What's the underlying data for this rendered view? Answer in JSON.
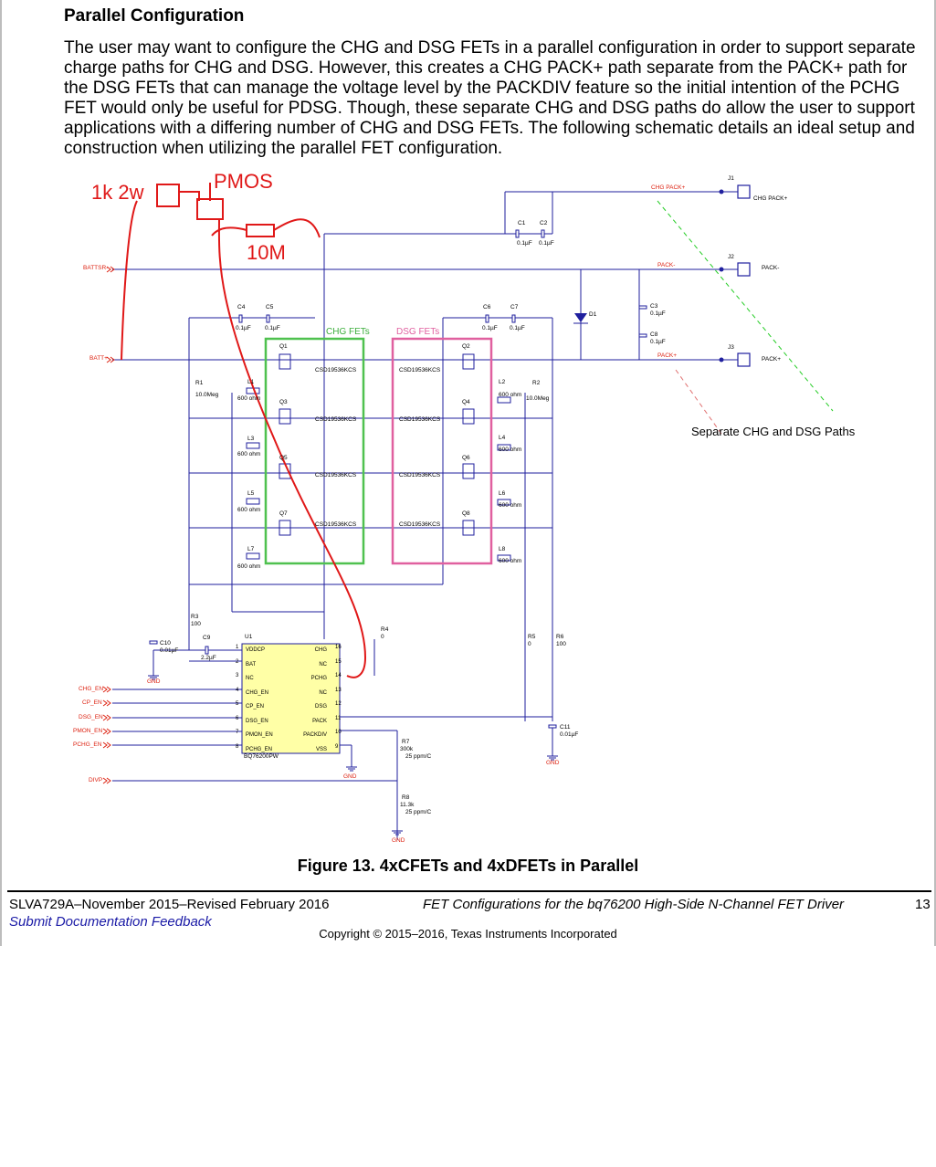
{
  "heading": "Parallel Configuration",
  "paragraph": "The user may want to configure the CHG and DSG FETs in a parallel configuration in order to support separate charge paths for CHG and DSG. However, this creates a CHG PACK+ path separate from the PACK+ path for the DSG FETs that can manage the voltage level by the PACKDIV feature so the initial intention of the PCHG FET would only be useful for PDSG. Though, these separate CHG and DSG paths do allow the user to support applications with a differing number of CHG and DSG FETs. The following schematic details an ideal setup and construction when utilizing the parallel FET configuration.",
  "handwritten": {
    "r1": "1k 2w",
    "pmos": "PMOS",
    "r10m": "10M"
  },
  "schematic": {
    "ports": {
      "battm": "BATTSR-",
      "battp": "BATT+",
      "chg_en": "CHG_EN",
      "cp_en": "CP_EN",
      "dsg_en": "DSG_EN",
      "pmon_en": "PMON_EN",
      "pchg_en": "PCHG_EN",
      "divp": "DIVP"
    },
    "nets": {
      "chg_pack": "CHG PACK+",
      "pack_minus": "PACK-",
      "pack_plus": "PACK+"
    },
    "connectors": {
      "j1": "J1",
      "j1_label": "CHG PACK+",
      "j2": "J2",
      "j2_label": "PACK-",
      "j3": "J3",
      "j3_label": "PACK+"
    },
    "caps": {
      "c1": "C1",
      "c2": "C2",
      "c3": "C3",
      "c4": "C4",
      "c5": "C5",
      "c6": "C6",
      "c7": "C7",
      "c8": "C8",
      "c9": "C9",
      "c10": "C10",
      "c11": "C11",
      "v01": "0.1µF",
      "v22": "2.2µF",
      "v001": "0.01µF"
    },
    "resistors": {
      "r1": "R1",
      "r1v": "10.0Meg",
      "r2": "R2",
      "r2v": "10.0Meg",
      "r3": "R3",
      "r3v": "100",
      "r4": "R4",
      "r4v": "0",
      "r5": "R5",
      "r5v": "0",
      "r6": "R6",
      "r6v": "100",
      "r7": "R7",
      "r7v": "300k",
      "r8": "R8",
      "r8v": "11.3k",
      "ppm": "25 ppm/C"
    },
    "inductors": {
      "l1": "L1",
      "l2": "L2",
      "l3": "L3",
      "l4": "L4",
      "l5": "L5",
      "l6": "L6",
      "l7": "L7",
      "l8": "L8",
      "val": "600 ohm"
    },
    "fets": {
      "q1": "Q1",
      "q2": "Q2",
      "q3": "Q3",
      "q4": "Q4",
      "q5": "Q5",
      "q6": "Q6",
      "q7": "Q7",
      "q8": "Q8",
      "part": "CSD19536KCS"
    },
    "diode": "D1",
    "groups": {
      "chg": "CHG FETs",
      "dsg": "DSG FETs"
    },
    "note": "Separate CHG and DSG Paths",
    "gnd": "GND",
    "ic": {
      "ref": "U1",
      "part": "BQ76200PW",
      "left_pins": [
        {
          "num": "1",
          "name": "VDDCP"
        },
        {
          "num": "2",
          "name": "BAT"
        },
        {
          "num": "3",
          "name": "NC"
        },
        {
          "num": "4",
          "name": "CHG_EN"
        },
        {
          "num": "5",
          "name": "CP_EN"
        },
        {
          "num": "6",
          "name": "DSG_EN"
        },
        {
          "num": "7",
          "name": "PMON_EN"
        },
        {
          "num": "8",
          "name": "PCHG_EN"
        }
      ],
      "right_pins": [
        {
          "num": "16",
          "name": "CHG"
        },
        {
          "num": "15",
          "name": "NC"
        },
        {
          "num": "14",
          "name": "PCHG"
        },
        {
          "num": "13",
          "name": "NC"
        },
        {
          "num": "12",
          "name": "DSG"
        },
        {
          "num": "11",
          "name": "PACK"
        },
        {
          "num": "10",
          "name": "PACKDIV"
        },
        {
          "num": "9",
          "name": "VSS"
        }
      ]
    }
  },
  "caption": "Figure 13. 4xCFETs and 4xDFETs in Parallel",
  "footer": {
    "doc": "SLVA729A–November 2015–Revised February 2016",
    "title": "FET Configurations for the bq76200 High-Side N-Channel FET Driver",
    "page": "13",
    "feedback": "Submit Documentation Feedback",
    "copyright": "Copyright © 2015–2016, Texas Instruments Incorporated"
  }
}
